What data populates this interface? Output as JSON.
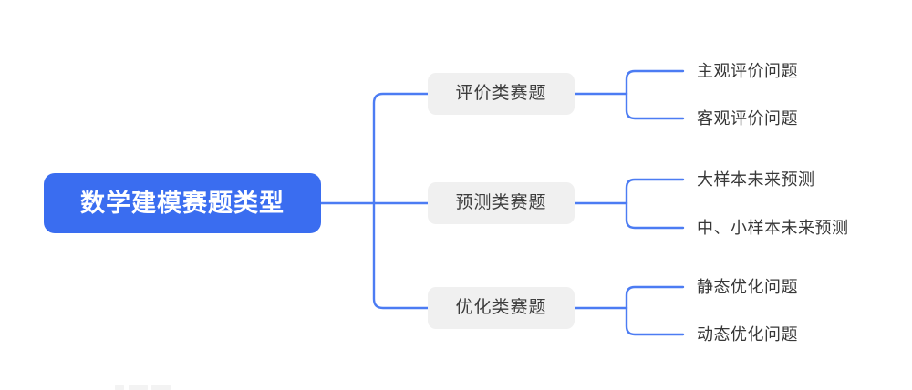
{
  "diagram": {
    "type": "mindmap",
    "root": {
      "label": "数学建模赛题类型"
    },
    "branches": [
      {
        "label": "评价类赛题",
        "children": [
          {
            "label": "主观评价问题"
          },
          {
            "label": "客观评价问题"
          }
        ]
      },
      {
        "label": "预测类赛题",
        "children": [
          {
            "label": "大样本未来预测"
          },
          {
            "label": "中、小样本未来预测"
          }
        ]
      },
      {
        "label": "优化类赛题",
        "children": [
          {
            "label": "静态优化问题"
          },
          {
            "label": "动态优化问题"
          }
        ]
      }
    ],
    "colors": {
      "canvas_bg": "#ffffff",
      "root_bg": "#3a6df0",
      "root_text": "#ffffff",
      "branch_bg": "#f0f0f0",
      "branch_text": "#3d3d3d",
      "leaf_text": "#383838",
      "connector": "#4c7cf3"
    }
  }
}
